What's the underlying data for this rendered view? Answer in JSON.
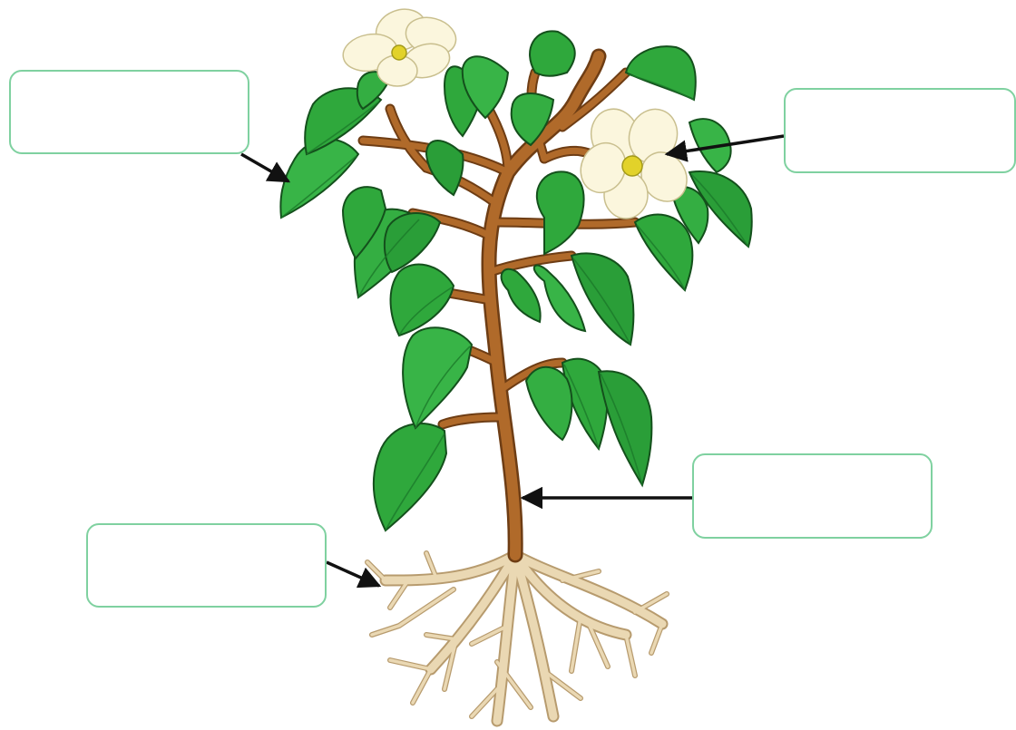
{
  "diagram": {
    "labels": [
      {
        "id": "leaf",
        "value": "",
        "points_to": "leaf"
      },
      {
        "id": "flower",
        "value": "",
        "points_to": "flower"
      },
      {
        "id": "stem",
        "value": "",
        "points_to": "stem"
      },
      {
        "id": "root",
        "value": "",
        "points_to": "root"
      }
    ]
  },
  "colors": {
    "box_border": "#7fd1a0",
    "arrow": "#111111",
    "leaf_fill": "#2fa83c",
    "leaf_shade": "#1c7a2a",
    "leaf_outline": "#14501c",
    "stem": "#b06a2a",
    "stem_outline": "#6e3d14",
    "root": "#ead8b3",
    "root_outline": "#b79b6e",
    "petal": "#fbf6dd",
    "flower_center": "#e2d22a"
  }
}
